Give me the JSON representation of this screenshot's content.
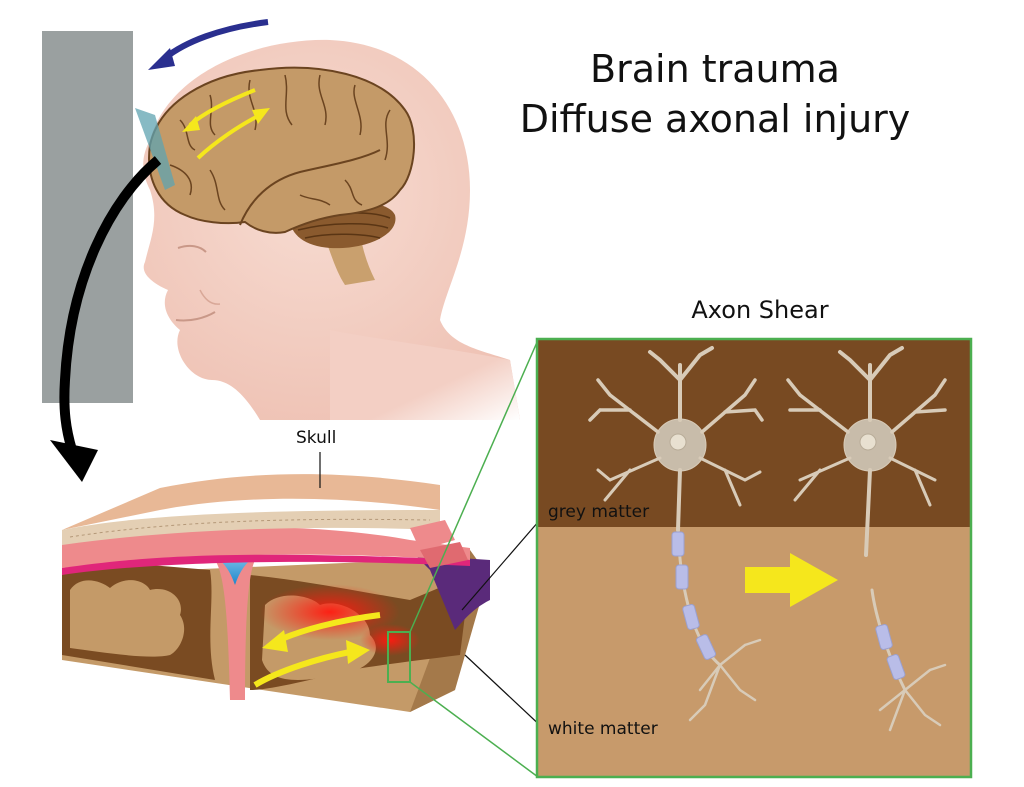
{
  "title": {
    "line1": "Brain trauma",
    "line2": "Diffuse axonal injury"
  },
  "inset": {
    "title": "Axon Shear",
    "labels": {
      "grey_matter": "grey matter",
      "white_matter": "white matter"
    }
  },
  "cross_section": {
    "labels": {
      "skull": "Skull"
    }
  },
  "colors": {
    "wall": "#9aa0a0",
    "brain": "#c49a68",
    "brain_outline": "#6b4420",
    "skin": "#f3cfc4",
    "grey_matter": "#784a22",
    "white_matter": "#c79a6b",
    "inset_border": "#4caf50",
    "arrow_yellow": "#f5e71c",
    "arrow_blue": "#2a2f8f",
    "myelin": "#b9bde8",
    "blood": "#e82a1e",
    "csf_blue": "#2a9ad6",
    "dura_pink": "#ee8a8c"
  }
}
